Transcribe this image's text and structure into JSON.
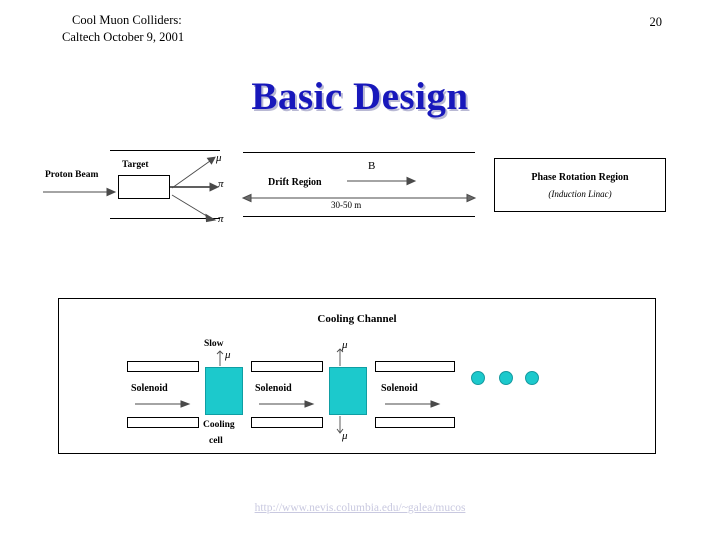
{
  "header": {
    "line1": "Cool Muon Colliders:",
    "line2": "Caltech October 9, 2001",
    "page_number": "20"
  },
  "title": "Basic Design",
  "colors": {
    "title_blue": "#1818bb",
    "title_shadow": "#b9b9d4",
    "cooling_cyan": "#1cc9cc",
    "footer_link": "#c9c9e0"
  },
  "diagram": {
    "proton_section": {
      "beam_label": "Proton Beam",
      "target_label": "Target",
      "products": [
        {
          "name": "muon",
          "symbol": "μ"
        },
        {
          "name": "pion-forward",
          "symbol": "π"
        },
        {
          "name": "pion-down",
          "symbol": "π"
        }
      ]
    },
    "drift_section": {
      "label": "Drift Region",
      "field_symbol": "B",
      "length_label": "30-50 m"
    },
    "phase_section": {
      "title": "Phase Rotation Region",
      "subtitle": "(Induction Linac)"
    },
    "cooling_section": {
      "title": "Cooling Channel",
      "solenoid_label": "Solenoid",
      "solenoid_count": 3,
      "cell_label_line1": "Cooling",
      "cell_label_line2": "cell",
      "slow_label": "Slow",
      "muon_symbol": "μ",
      "ellipsis_dots": 3
    }
  },
  "footer": {
    "url": "http://www.nevis.columbia.edu/~galea/mucos"
  }
}
